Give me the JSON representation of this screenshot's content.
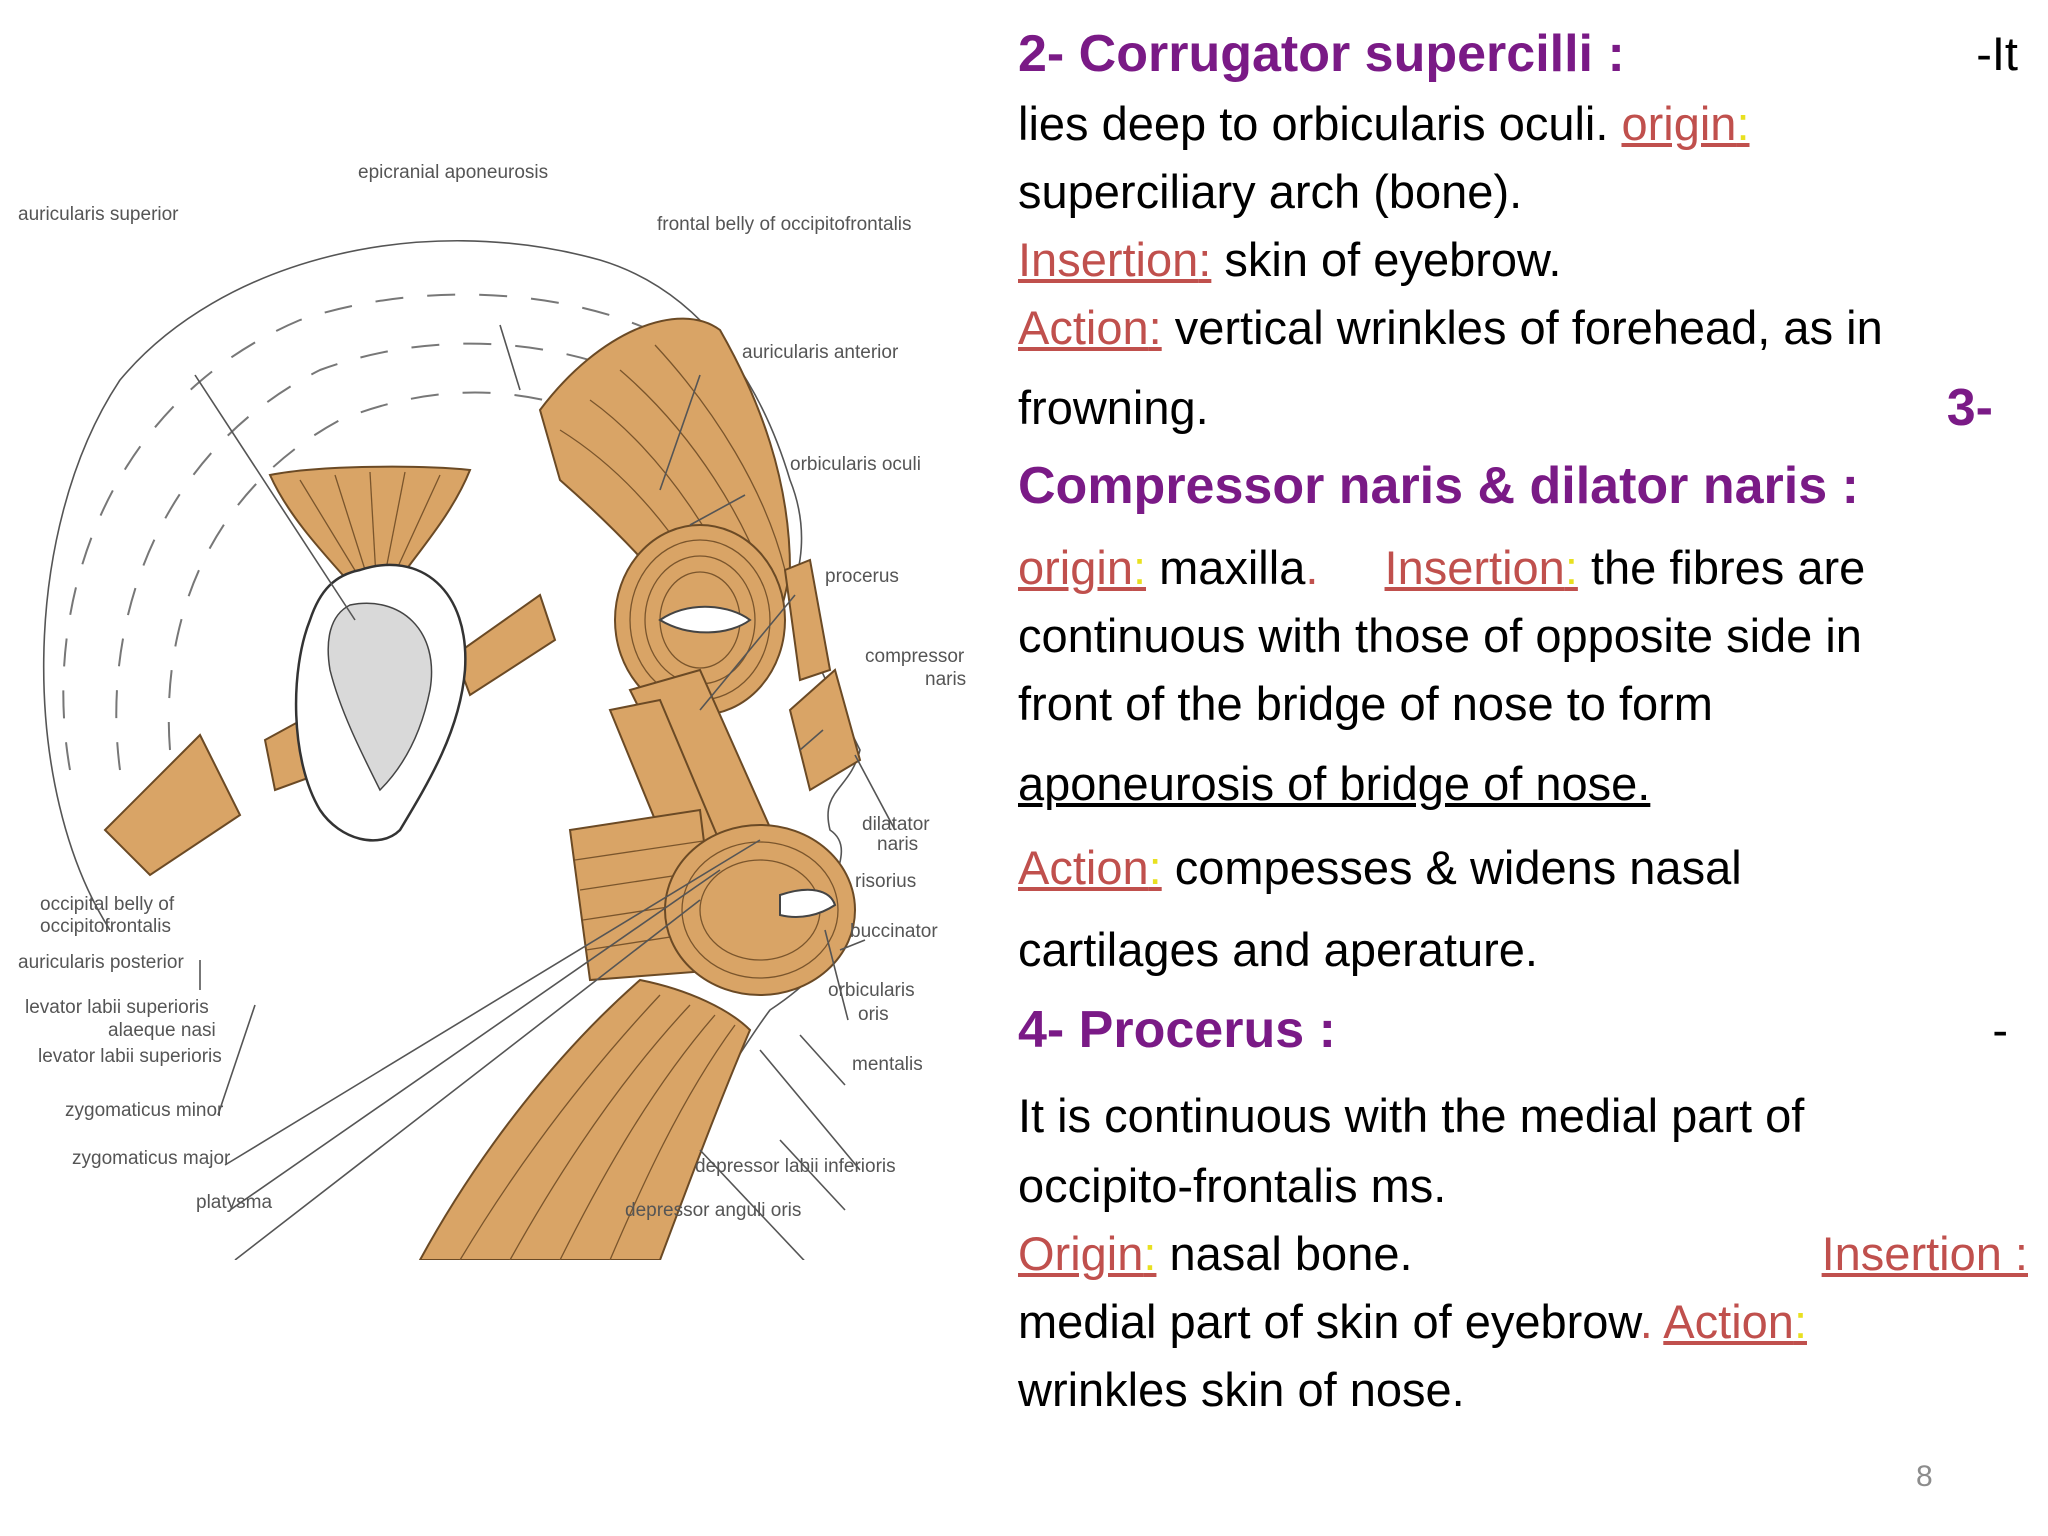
{
  "figure": {
    "labels": {
      "epicranial": "epicranial aponeurosis",
      "auric_sup": "auricularis superior",
      "frontal": "frontal belly of occipitofrontalis",
      "auric_ant": "auricularis anterior",
      "orb_oculi": "orbicularis oculi",
      "procerus": "procerus",
      "compressor_1": "compressor",
      "compressor_2": "naris",
      "dilator_1": "dilatator",
      "dilator_2": "naris",
      "risorius": "risorius",
      "buccinator": "buccinator",
      "orb_oris_1": "orbicularis",
      "orb_oris_2": "oris",
      "mentalis": "mentalis",
      "occipital_1": "occipital belly of",
      "occipital_2": "occipitofrontalis",
      "auric_post": "auricularis posterior",
      "lev_alae_1": "levator labii superioris",
      "lev_alae_2": "alaeque nasi",
      "lev_labii": "levator labii superioris",
      "zyg_minor": "zygomaticus minor",
      "zyg_major": "zygomaticus major",
      "platysma": "platysma",
      "dep_labii": "depressor labii inferioris",
      "dep_anguli": "depressor anguli oris"
    }
  },
  "text": {
    "h2": "2- Corrugator supercilli :",
    "h2_tail": "-It",
    "l2a": "lies deep to orbicularis oculi.",
    "origin_lbl": "origin",
    "colon": ":",
    "l3": "superciliary arch (bone).",
    "insertion_lbl": "Insertion",
    "l4": "skin of eyebrow.",
    "action_lbl": "Action",
    "l5": "vertical wrinkles of forehead, as in",
    "l6": "frowning.",
    "h3_num": "3-",
    "h3": "Compressor naris & dilator naris :",
    "origin_lbl2": "origin",
    "l8a": "maxilla",
    "dot": ".",
    "insertion_lbl2": "Insertion",
    "l8b": "the fibres are",
    "l9": "continuous with those of opposite side in",
    "l10": "front of the bridge of nose to form",
    "l11": "aponeurosis of bridge of nose.",
    "action_lbl2": "Action",
    "l12": "compesses & widens nasal",
    "l13": "cartilages and  aperature.",
    "h4": "4- Procerus :",
    "h4_tail": "-",
    "l15": "It is continuous with the medial part of",
    "l16": "occipito-frontalis ms.",
    "origin_lbl3": "Origin",
    "l17": "nasal bone.",
    "insertion_lbl3": "Insertion :",
    "l18": "medial part of skin of eyebrow",
    "action_lbl3": "Action",
    "l19": "wrinkles skin of nose."
  },
  "page_number": "8"
}
